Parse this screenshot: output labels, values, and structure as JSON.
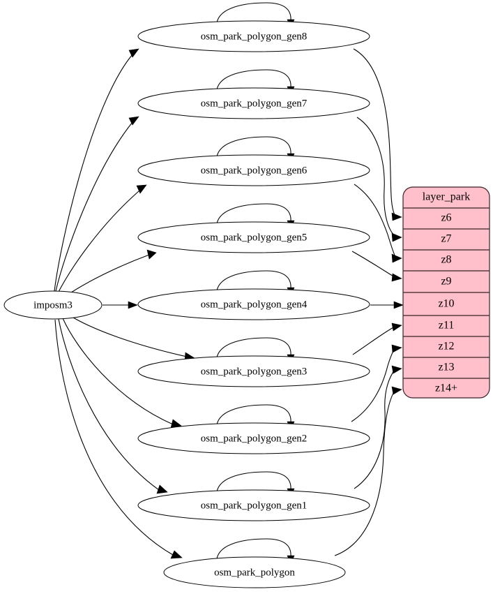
{
  "diagram": {
    "type": "graphviz-digraph",
    "title": "osm_park_polygon generalization pipeline",
    "background_color": "#ffffff",
    "source_node": {
      "id": "imposm3",
      "label": "imposm3",
      "shape": "ellipse",
      "fill": "#ffffff",
      "stroke": "#000000"
    },
    "table_node": {
      "id": "layer_park",
      "shape": "rounded-record",
      "fill": "#ffc0cb",
      "stroke": "#3b2226",
      "header": "layer_park",
      "rows": [
        {
          "label": "z6"
        },
        {
          "label": "z7"
        },
        {
          "label": "z8"
        },
        {
          "label": "z9"
        },
        {
          "label": "z10"
        },
        {
          "label": "z11"
        },
        {
          "label": "z12"
        },
        {
          "label": "z13"
        },
        {
          "label": "z14+"
        }
      ]
    },
    "gen_nodes": [
      {
        "id": "osm_park_polygon_gen8",
        "label": "osm_park_polygon_gen8",
        "target_row": "z6"
      },
      {
        "id": "osm_park_polygon_gen7",
        "label": "osm_park_polygon_gen7",
        "target_row": "z7"
      },
      {
        "id": "osm_park_polygon_gen6",
        "label": "osm_park_polygon_gen6",
        "target_row": "z8"
      },
      {
        "id": "osm_park_polygon_gen5",
        "label": "osm_park_polygon_gen5",
        "target_row": "z9"
      },
      {
        "id": "osm_park_polygon_gen4",
        "label": "osm_park_polygon_gen4",
        "target_row": "z10"
      },
      {
        "id": "osm_park_polygon_gen3",
        "label": "osm_park_polygon_gen3",
        "target_row": "z11"
      },
      {
        "id": "osm_park_polygon_gen2",
        "label": "osm_park_polygon_gen2",
        "target_row": "z12"
      },
      {
        "id": "osm_park_polygon_gen1",
        "label": "osm_park_polygon_gen1",
        "target_row": "z13"
      },
      {
        "id": "osm_park_polygon",
        "label": "osm_park_polygon",
        "target_row": "z14+"
      }
    ],
    "self_loops": [
      "osm_park_polygon_gen8",
      "osm_park_polygon_gen7",
      "osm_park_polygon_gen6",
      "osm_park_polygon_gen5",
      "osm_park_polygon_gen4",
      "osm_park_polygon_gen3",
      "osm_park_polygon_gen2",
      "osm_park_polygon_gen1",
      "osm_park_polygon"
    ]
  }
}
